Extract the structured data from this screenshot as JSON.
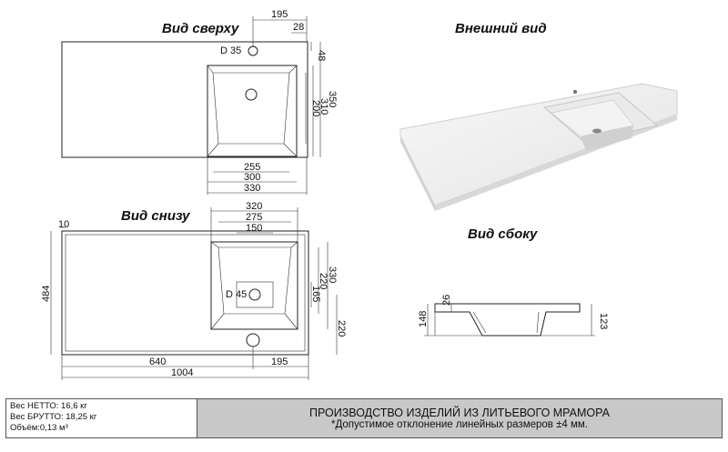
{
  "titles": {
    "top": "Вид сверху",
    "bottom": "Вид снизу",
    "exterior": "Внешний вид",
    "side": "Вид сбоку"
  },
  "top_view": {
    "d_label": "D 35",
    "dims": [
      "195",
      "28",
      "48",
      "350",
      "310",
      "200",
      "255",
      "300",
      "330"
    ]
  },
  "bottom_view": {
    "d_label": "D 45",
    "dims": [
      "10",
      "320",
      "275",
      "150",
      "330",
      "220",
      "165",
      "220",
      "484",
      "640",
      "195",
      "1004"
    ]
  },
  "side_view": {
    "dims": [
      "26",
      "148",
      "123"
    ]
  },
  "specs": {
    "net": "Вес НЕТТО: 16,6 кг",
    "gross": "Вес БРУТТО: 18,25 кг",
    "volume": "Объём:0,13 м³"
  },
  "production": {
    "title": "ПРОИЗВОДСТВО ИЗДЕЛИЙ ИЗ ЛИТЬЕВОГО МРАМОРА",
    "note": "*Допустимое отклонение линейных размеров ±4 мм."
  }
}
